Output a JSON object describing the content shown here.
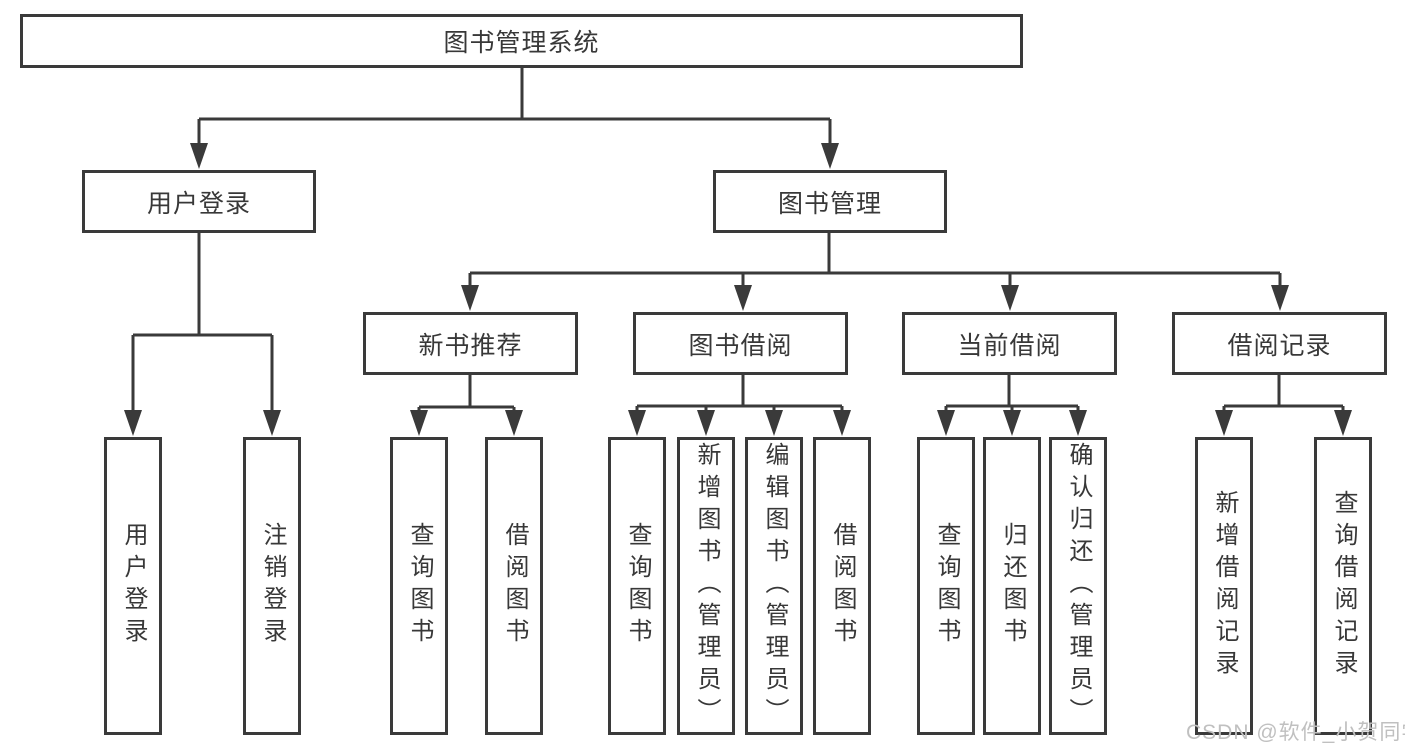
{
  "tree": {
    "root": "图书管理系统",
    "children": [
      {
        "label": "用户登录",
        "children": [
          "用户登录",
          "注销登录"
        ]
      },
      {
        "label": "图书管理",
        "children": [
          {
            "label": "新书推荐",
            "children": [
              "查询图书",
              "借阅图书"
            ]
          },
          {
            "label": "图书借阅",
            "children": [
              "查询图书",
              "新增图书（管理员）",
              "编辑图书（管理员）",
              "借阅图书"
            ]
          },
          {
            "label": "当前借阅",
            "children": [
              "查询图书",
              "归还图书",
              "确认归还（管理员）"
            ]
          },
          {
            "label": "借阅记录",
            "children": [
              "新增借阅记录",
              "查询借阅记录"
            ]
          }
        ]
      }
    ]
  },
  "colors": {
    "line": "#3a3a3a",
    "text": "#383838",
    "watermark": "#c0c0c0",
    "background": "#ffffff"
  },
  "watermark": "CSDN @软件_小贺同学"
}
